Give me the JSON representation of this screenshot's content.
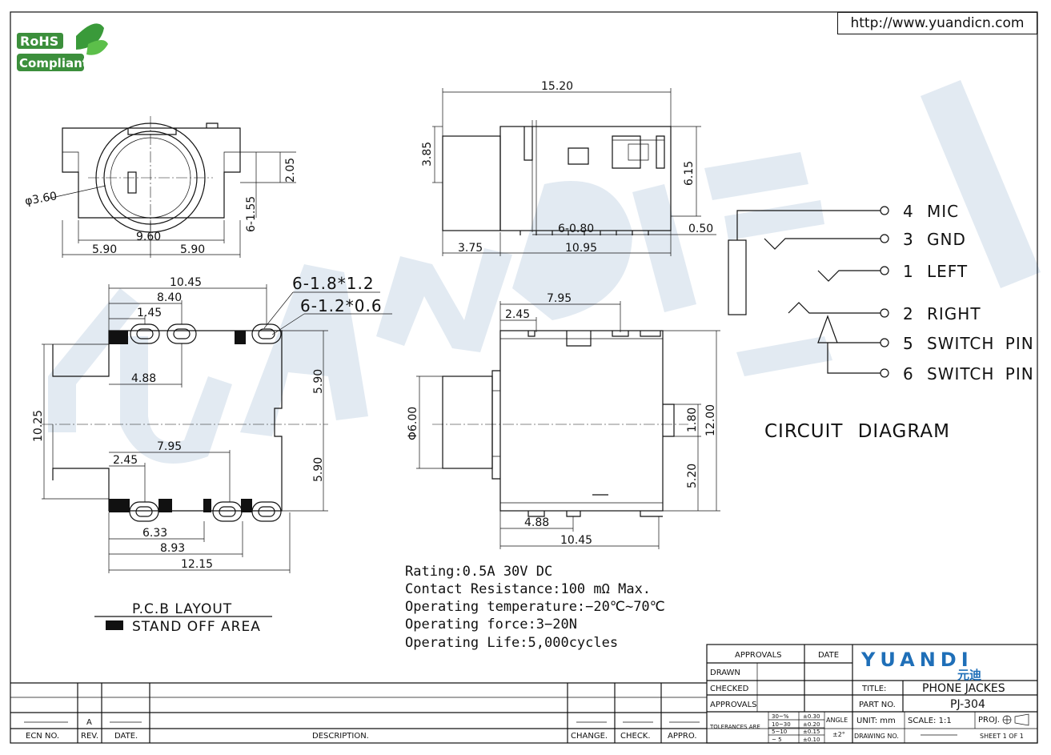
{
  "url": "http://www.yuandicn.com",
  "rohs": {
    "line1": "RoHS",
    "line2": "Compliant"
  },
  "top_view": {
    "d_hole": "φ3.60",
    "w1": "5.90",
    "w2": "5.90",
    "w_total": "9.60",
    "h1": "2.05",
    "h2": "6-1.55"
  },
  "side_view": {
    "length": "15.20",
    "h_left": "3.85",
    "h_right": "6.15",
    "pin_w": "6-0.80",
    "pin_off": "0.50",
    "nose": "3.75",
    "body": "10.95"
  },
  "pcb": {
    "w1": "10.45",
    "w2": "8.40",
    "w3": "1.45",
    "w4": "4.88",
    "h_total": "10.25",
    "h_half1": "5.90",
    "h_half2": "5.90",
    "w5": "7.95",
    "w6": "2.45",
    "w7": "6.33",
    "w8": "8.93",
    "w9": "12.15",
    "pad1": "6-1.8*1.2",
    "pad2": "6-1.2*0.6",
    "caption": "P.C.B LAYOUT",
    "legend": "STAND OFF AREA"
  },
  "front_view": {
    "w_top": "7.95",
    "w_top2": "2.45",
    "d": "Φ6.00",
    "h1": "1.80",
    "h2": "12.00",
    "h3": "5.20",
    "w_bot": "4.88",
    "w_bot2": "10.45"
  },
  "circuit": {
    "title": "CIRCUIT DIAGRAM",
    "pins": [
      {
        "num": "4",
        "name": "MIC"
      },
      {
        "num": "3",
        "name": "GND"
      },
      {
        "num": "1",
        "name": "LEFT"
      },
      {
        "num": "2",
        "name": "RIGHT"
      },
      {
        "num": "5",
        "name": "SWITCH PIN"
      },
      {
        "num": "6",
        "name": "SWITCH PIN"
      }
    ]
  },
  "specs": [
    "Rating:0.5A 30V DC",
    "Contact Resistance:100 mΩ Max.",
    "Operating temperature:−20℃~70℃",
    "Operating force:3−20N",
    "Operating Life:5,000cycles"
  ],
  "title_block": {
    "approvals": "APPROVALS",
    "date": "DATE",
    "drawn": "DRAWN",
    "checked": "CHECKED",
    "approvals2": "APPROVALS",
    "brand": "YUANDI",
    "brand_cn": "元迪",
    "title_lbl": "TITLE:",
    "title_val": "PHONE JACKES",
    "part_lbl": "PART NO.",
    "part_val": "PJ-304",
    "tol_lbl": "TOLERANCES ARE",
    "tol_rows": [
      [
        "30~%",
        "±0.30"
      ],
      [
        "10~30",
        "±0.20"
      ],
      [
        "5~10",
        "±0.15"
      ],
      [
        "~ 5",
        "±0.10"
      ]
    ],
    "angle_lbl": "ANGLE",
    "angle_val": "±2°",
    "unit": "UNIT: mm",
    "scale": "SCALE:  1:1",
    "proj": "PROJ.",
    "drawing_no": "DRAWING NO.",
    "sheet": "SHEET  1 OF 1"
  },
  "revision_block": {
    "rev_val": "A",
    "ecn": "ECN NO.",
    "rev": "REV.",
    "date": "DATE.",
    "desc": "DESCRIPTION.",
    "change": "CHANGE.",
    "check": "CHECK.",
    "appro": "APPRO."
  }
}
